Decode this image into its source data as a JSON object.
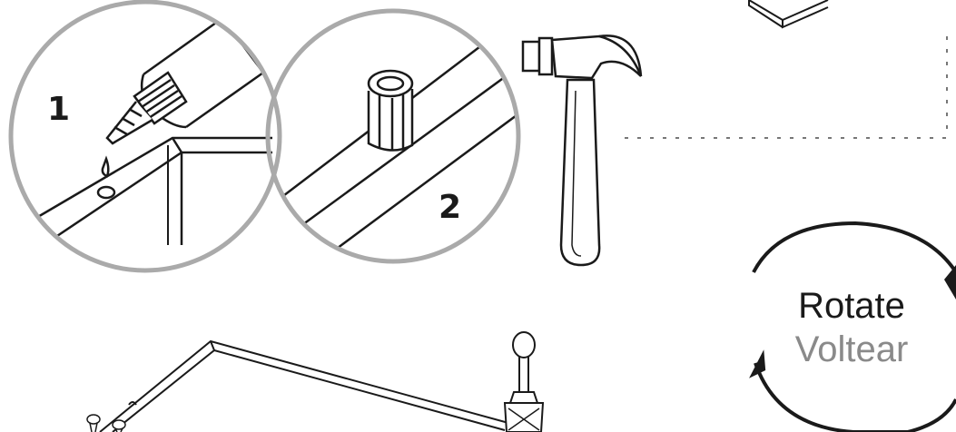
{
  "steps": [
    {
      "number": "1",
      "action": "glue-applicator"
    },
    {
      "number": "2",
      "action": "dowel-insert"
    }
  ],
  "tool": {
    "name": "hammer-icon"
  },
  "rotate": {
    "label_en": "Rotate",
    "label_es": "Voltear"
  },
  "colors": {
    "line": "#1a1a1a",
    "circle_border": "#aaaaaa",
    "secondary_text": "#8a8a8a"
  }
}
